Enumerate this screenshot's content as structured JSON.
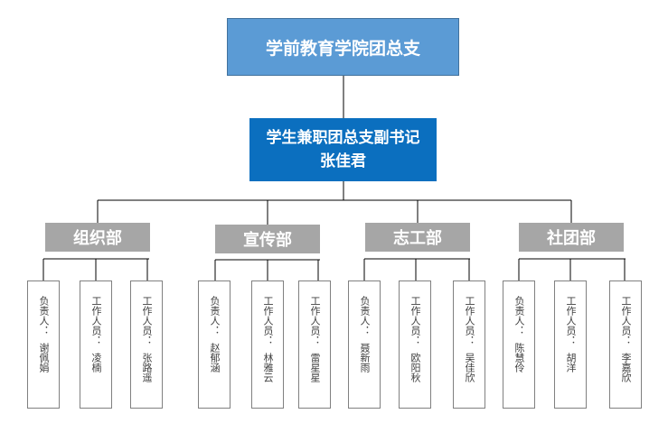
{
  "root": {
    "title": "学前教育学院团总支"
  },
  "secretary": {
    "title": "学生兼职团总支副书记",
    "name": "张佳君"
  },
  "departments": [
    {
      "name": "组织部",
      "members": [
        {
          "role": "负责人：",
          "name": "谢佩娟"
        },
        {
          "role": "工作人员：",
          "name": "凌楠"
        },
        {
          "role": "工作人员：",
          "name": "张路遥"
        }
      ]
    },
    {
      "name": "宣传部",
      "members": [
        {
          "role": "负责人：",
          "name": "赵郁涵"
        },
        {
          "role": "工作人员：",
          "name": "林雅云"
        },
        {
          "role": "工作人员：",
          "name": "雷星星"
        }
      ]
    },
    {
      "name": "志工部",
      "members": [
        {
          "role": "负责人：",
          "name": "聂新雨"
        },
        {
          "role": "工作人员：",
          "name": "欧阳秋"
        },
        {
          "role": "工作人员：",
          "name": "吴佳欣"
        }
      ]
    },
    {
      "name": "社团部",
      "members": [
        {
          "role": "负责人：",
          "name": "陈慧伶"
        },
        {
          "role": "工作人员：",
          "name": "胡洋"
        },
        {
          "role": "工作人员：",
          "name": "李嘉欣"
        }
      ]
    }
  ],
  "colors": {
    "root_fill": "#5b9bd5",
    "secretary_fill": "#0b6fbf",
    "department_fill": "#a6a6a6",
    "line": "#000000"
  }
}
